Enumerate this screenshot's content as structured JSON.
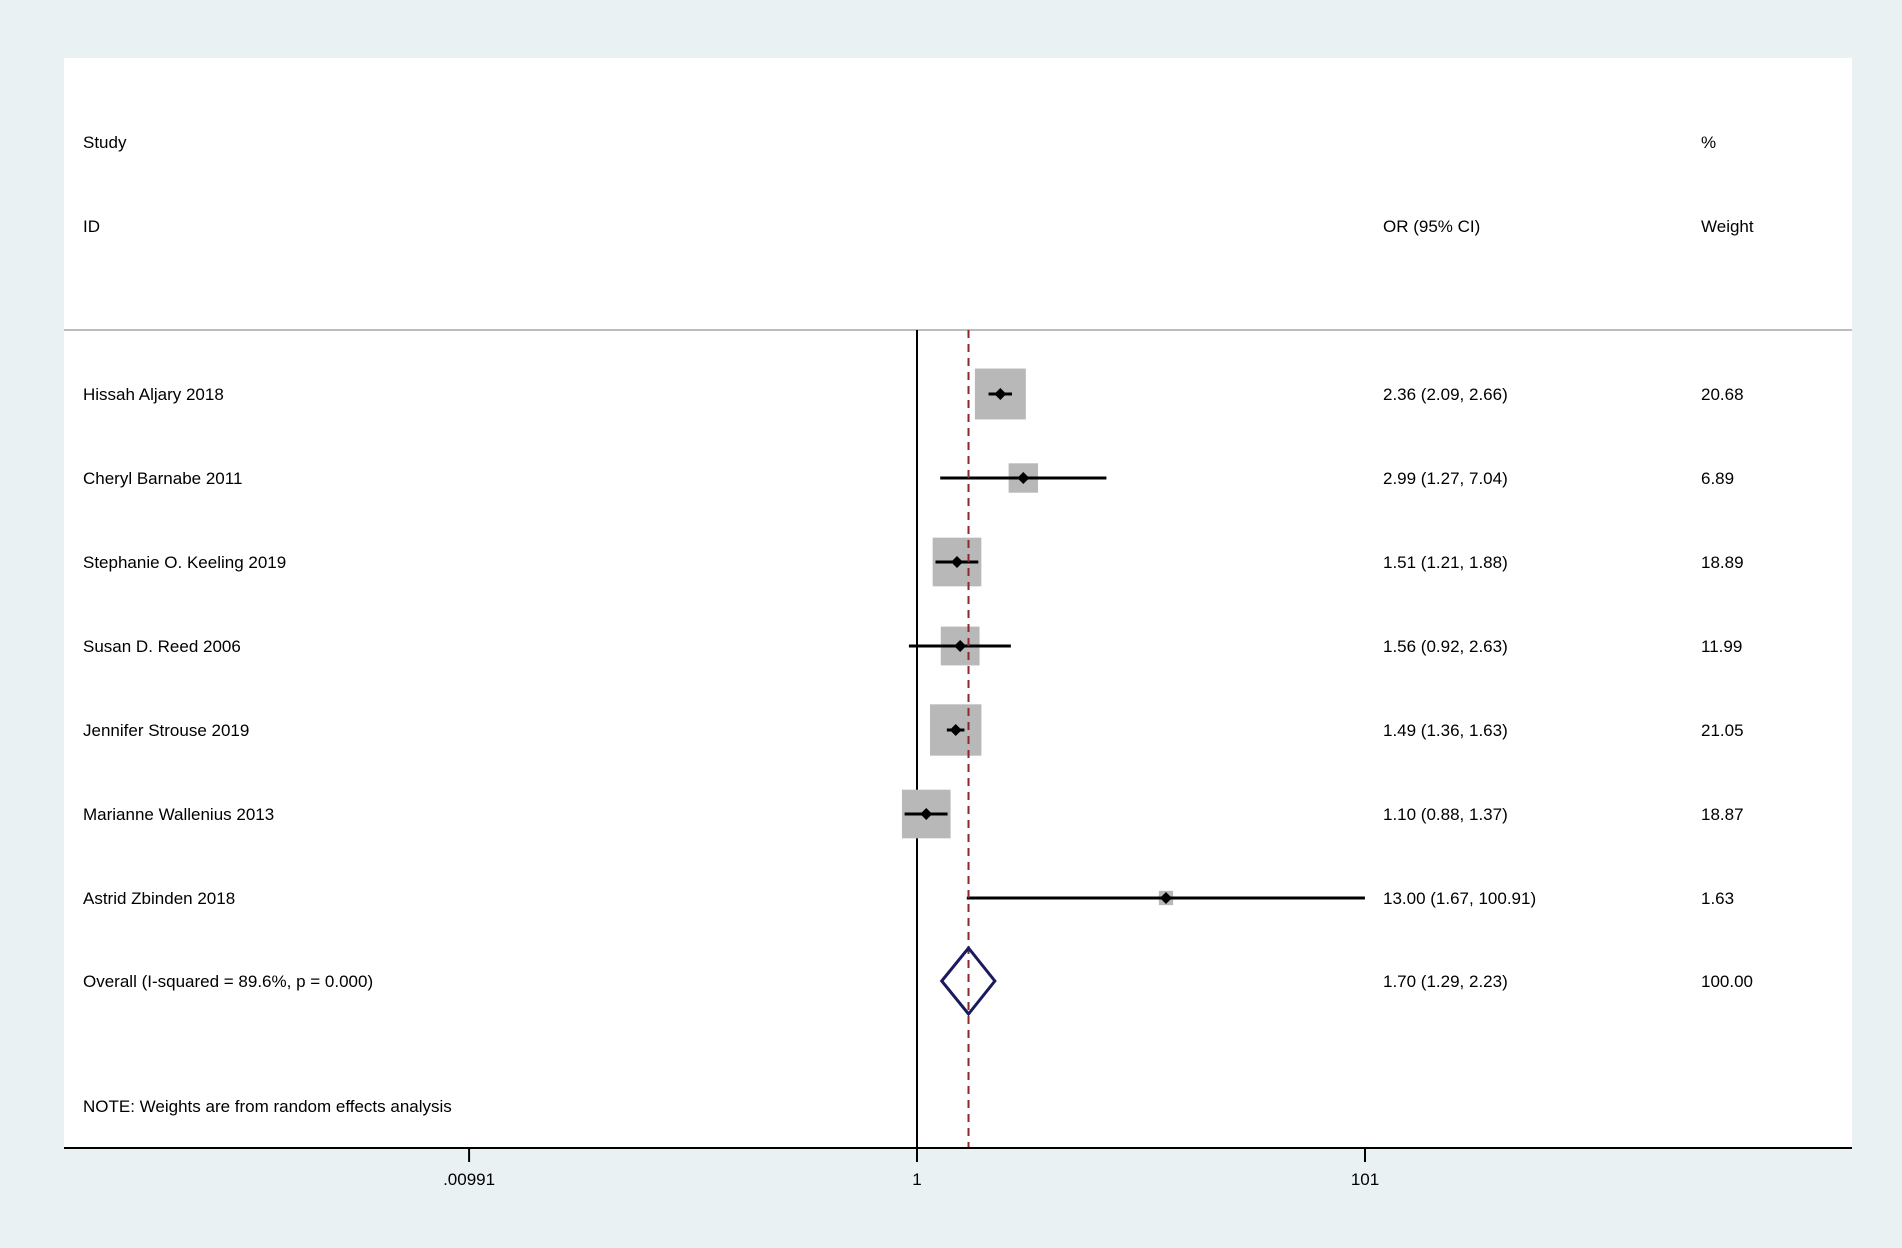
{
  "chart_data": {
    "type": "forest",
    "title": "",
    "header": {
      "study_line1": "Study",
      "study_line2": "ID",
      "effect_label": "OR (95% CI)",
      "weight_line1": "%",
      "weight_line2": "Weight"
    },
    "x_scale": "log",
    "x_ticks": [
      {
        "value": 0.00991,
        "label": ".00991"
      },
      {
        "value": 1,
        "label": "1"
      },
      {
        "value": 101,
        "label": "101"
      }
    ],
    "null_line": 1,
    "pooled_line": 1.7,
    "studies": [
      {
        "label": "Hissah Aljary 2018",
        "or": 2.36,
        "ci_low": 2.09,
        "ci_high": 2.66,
        "ci_text": "2.36 (2.09, 2.66)",
        "weight": 20.68,
        "weight_text": "20.68"
      },
      {
        "label": "Cheryl Barnabe 2011",
        "or": 2.99,
        "ci_low": 1.27,
        "ci_high": 7.04,
        "ci_text": "2.99 (1.27, 7.04)",
        "weight": 6.89,
        "weight_text": "6.89"
      },
      {
        "label": "Stephanie O. Keeling 2019",
        "or": 1.51,
        "ci_low": 1.21,
        "ci_high": 1.88,
        "ci_text": "1.51 (1.21, 1.88)",
        "weight": 18.89,
        "weight_text": "18.89"
      },
      {
        "label": "Susan D. Reed 2006",
        "or": 1.56,
        "ci_low": 0.92,
        "ci_high": 2.63,
        "ci_text": "1.56 (0.92, 2.63)",
        "weight": 11.99,
        "weight_text": "11.99"
      },
      {
        "label": "Jennifer Strouse 2019",
        "or": 1.49,
        "ci_low": 1.36,
        "ci_high": 1.63,
        "ci_text": "1.49 (1.36, 1.63)",
        "weight": 21.05,
        "weight_text": "21.05"
      },
      {
        "label": "Marianne Wallenius 2013",
        "or": 1.1,
        "ci_low": 0.88,
        "ci_high": 1.37,
        "ci_text": "1.10 (0.88, 1.37)",
        "weight": 18.87,
        "weight_text": "18.87"
      },
      {
        "label": "Astrid Zbinden 2018",
        "or": 13.0,
        "ci_low": 1.67,
        "ci_high": 100.91,
        "ci_text": "13.00 (1.67, 100.91)",
        "weight": 1.63,
        "weight_text": "1.63"
      }
    ],
    "overall": {
      "label": "Overall  (I-squared = 89.6%, p = 0.000)",
      "or": 1.7,
      "ci_low": 1.29,
      "ci_high": 2.23,
      "ci_text": "1.70 (1.29, 2.23)",
      "weight_text": "100.00"
    },
    "note": "NOTE: Weights are from random effects analysis",
    "colors": {
      "background": "#eaf1f2",
      "panel": "#ffffff",
      "box": "#b8b8b8",
      "line": "#000000",
      "pooled_line": "#8b2a2a",
      "diamond": "#1a1a5e",
      "separator": "#bdbdbd"
    }
  }
}
